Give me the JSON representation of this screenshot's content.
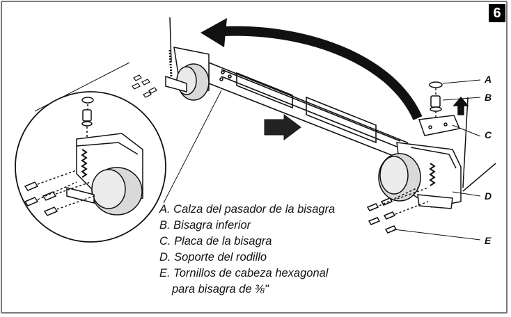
{
  "figure": {
    "step_number": "6",
    "callouts": [
      "A",
      "B",
      "C",
      "D",
      "E"
    ],
    "legend": [
      "A. Calza del pasador de la bisagra",
      "B. Bisagra inferior",
      "C. Placa de la bisagra",
      "D. Soporte del rodillo",
      "E. Tornillos de cabeza hexagonal",
      "para bisagra de ⅜\""
    ]
  },
  "colors": {
    "frame": "#7a7a7a",
    "ink": "#111111",
    "roller_fill": "#d9d9d9",
    "badge": "#000000"
  }
}
